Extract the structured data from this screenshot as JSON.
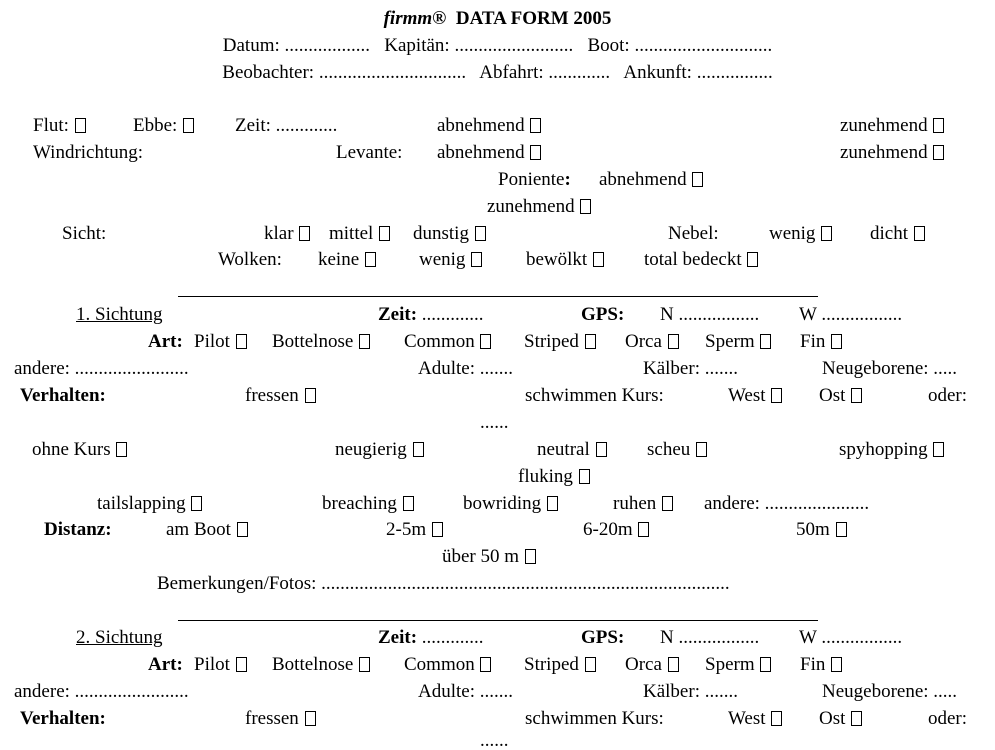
{
  "header": {
    "brand": "firmm®",
    "title": "DATA FORM 2005",
    "datum": "Datum: ..................",
    "kapitan": "Kapitän: .........................",
    "boot": "Boot: .............................",
    "beobachter": "Beobachter: ...............................",
    "abfahrt": "Abfahrt: .............",
    "ankunft": "Ankunft: ................"
  },
  "conditions": {
    "flut": "Flut:",
    "ebbe": "Ebbe:",
    "zeit": "Zeit: .............",
    "abnehmend": "abnehmend",
    "zunehmend": "zunehmend",
    "windrichtung": "Windrichtung:",
    "levante": "Levante:",
    "poniente": "Poniente",
    "poniente_colon": ":",
    "sicht": "Sicht:",
    "klar": "klar",
    "mittel": "mittel",
    "dunstig": "dunstig",
    "nebel": "Nebel:",
    "wenig": "wenig",
    "dicht": "dicht",
    "wolken": "Wolken:",
    "keine": "keine",
    "bewolkt": "bewölkt",
    "total_bedeckt": "total bedeckt"
  },
  "sighting": {
    "zeit_label": "Zeit:",
    "zeit_dots": ".............",
    "gps_label": "GPS:",
    "n": "N .................",
    "w": "W .................",
    "art_label": "Art:",
    "species": [
      "Pilot",
      "Bottelnose",
      "Common",
      "Striped",
      "Orca",
      "Sperm",
      "Fin"
    ],
    "andere": "andere: ........................",
    "adulte": "Adulte: .......",
    "kalber": "Kälber: .......",
    "neugeborene": "Neugeborene: .....",
    "verhalten_label": "Verhalten:",
    "fressen": "fressen",
    "schwimmen_kurs": "schwimmen Kurs:",
    "west": "West",
    "ost": "Ost",
    "oder": "oder:",
    "dots": "......",
    "ohne_kurs": "ohne Kurs",
    "neugierig": "neugierig",
    "neutral": "neutral",
    "scheu": "scheu",
    "spyhopping": "spyhopping",
    "fluking": "fluking",
    "tailslapping": "tailslapping",
    "breaching": "breaching",
    "bowriding": "bowriding",
    "ruhen": "ruhen",
    "andere2": "andere: ......................",
    "distanz_label": "Distanz:",
    "am_boot": "am Boot",
    "d2_5": "2-5m",
    "d6_20": "6-20m",
    "d50": "50m",
    "uber50": "über 50 m",
    "bemerkungen": "Bemerkungen/Fotos: ......................................................................................"
  },
  "sighting1_title": "1. Sichtung",
  "sighting2_title": "2. Sichtung"
}
